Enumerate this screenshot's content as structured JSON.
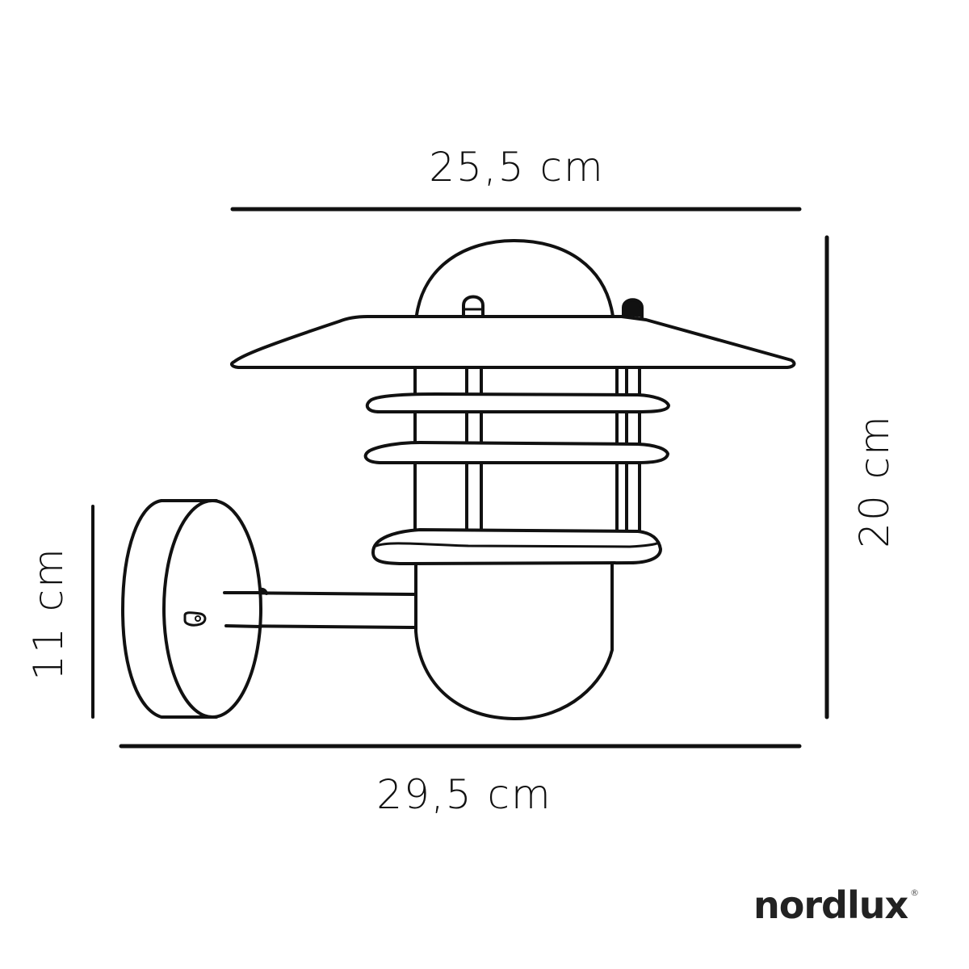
{
  "diagram": {
    "subject": "outdoor wall lantern with wall mount",
    "line_color": "#111111",
    "background": "#ffffff",
    "dimensions": {
      "width_top": "25,5 cm",
      "width_total": "29,5 cm",
      "height_total": "20 cm",
      "height_mount": "11 cm"
    }
  },
  "brand": {
    "name": "nordlux",
    "registered_mark": "®"
  }
}
